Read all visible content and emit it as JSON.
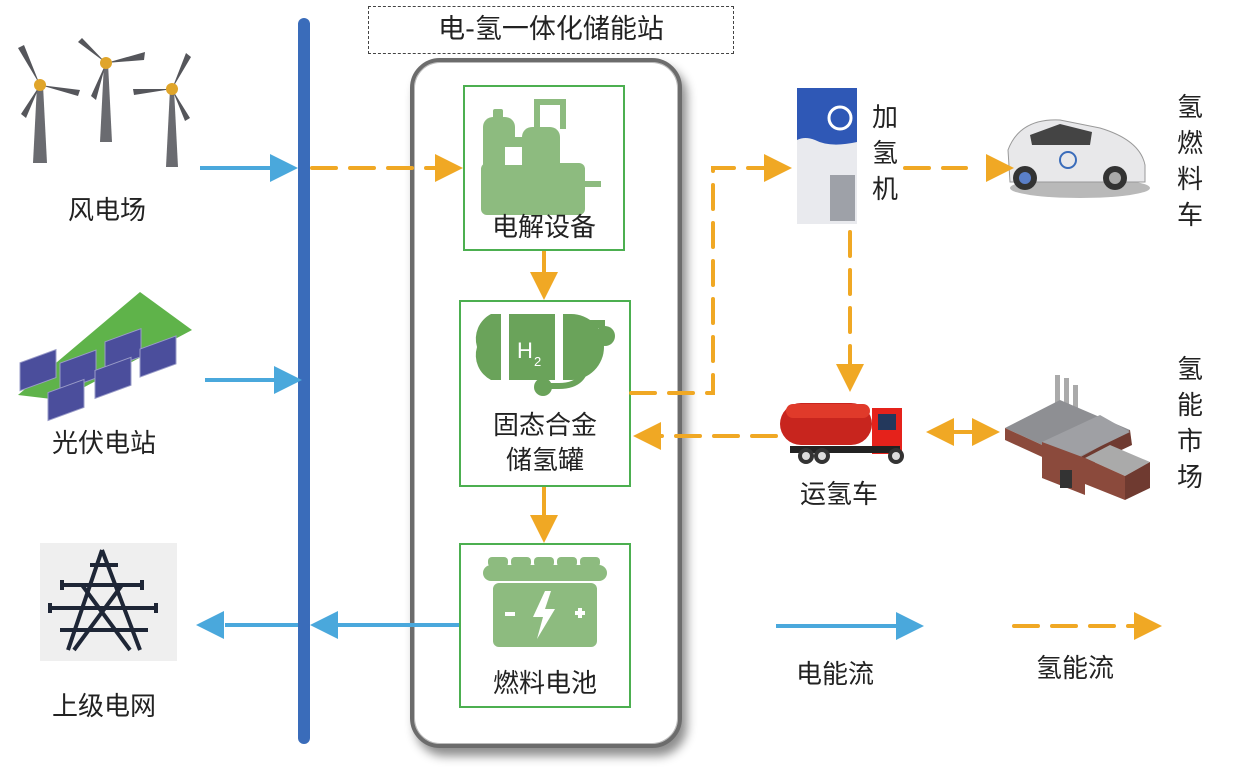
{
  "title": "电-氢一体化储能站",
  "sources": {
    "wind": "风电场",
    "pv": "光伏电站",
    "grid": "上级电网"
  },
  "station_units": {
    "electrolyzer": "电解设备",
    "storage_line1": "固态合金",
    "storage_line2": "储氢罐",
    "storage_icon_text": "H",
    "storage_icon_sub": "2",
    "fuel_cell": "燃料电池"
  },
  "external": {
    "dispenser": "加氢机",
    "fcv": "氢燃料车",
    "truck": "运氢车",
    "market": "氢能市场"
  },
  "legend": {
    "electric_flow": "电能流",
    "hydrogen_flow": "氢能流"
  },
  "colors": {
    "bus": "#3a6cba",
    "electric": "#4aa8dc",
    "hydrogen": "#f0a824",
    "unit_border": "#4caf50",
    "unit_icon": "#8dbb7f",
    "tank_icon": "#6aa35a"
  }
}
